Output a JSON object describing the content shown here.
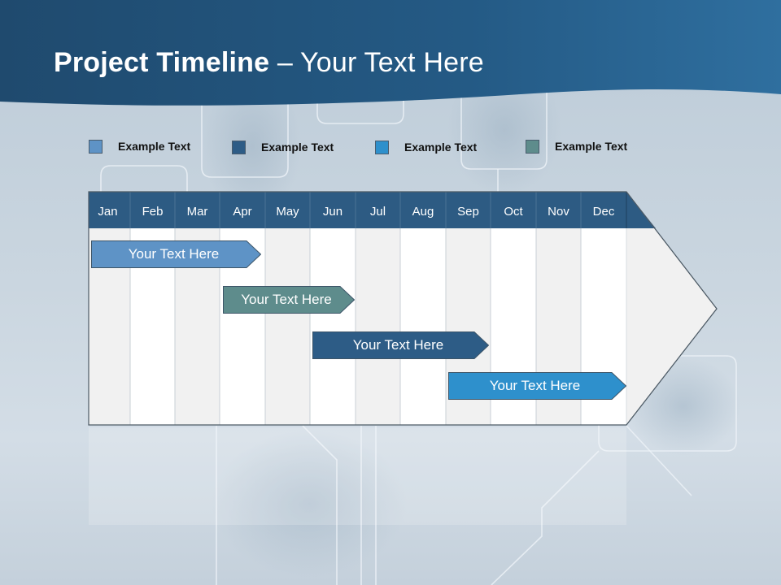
{
  "slide": {
    "title_bold": "Project Timeline",
    "title_rest": " – Your Text Here"
  },
  "legend": [
    {
      "label": "Example Text",
      "color": "#5e93c6"
    },
    {
      "label": "Example Text",
      "color": "#2d5c86"
    },
    {
      "label": "Example Text",
      "color": "#2e90cc"
    },
    {
      "label": "Example Text",
      "color": "#5e8c8c"
    }
  ],
  "months": [
    "Jan",
    "Feb",
    "Mar",
    "Apr",
    "May",
    "Jun",
    "Jul",
    "Aug",
    "Sep",
    "Oct",
    "Nov",
    "Dec"
  ],
  "tasks": [
    {
      "label": "Your  Text Here",
      "color": "#5e93c6",
      "start_month": "Jan",
      "end_month": "Apr"
    },
    {
      "label": "Your  Text Here",
      "color": "#5e8c8c",
      "start_month": "Apr",
      "end_month": "Jun"
    },
    {
      "label": "Your  Text Here",
      "color": "#2d5c86",
      "start_month": "Jun",
      "end_month": "Sep"
    },
    {
      "label": "Your  Text Here",
      "color": "#2e90cc",
      "start_month": "Sep",
      "end_month": "Dec"
    }
  ],
  "colors": {
    "header_band": "#245075",
    "month_header": "#2d5b83",
    "grid_stripe": "#f1f1f1",
    "grid_white": "#ffffff"
  }
}
